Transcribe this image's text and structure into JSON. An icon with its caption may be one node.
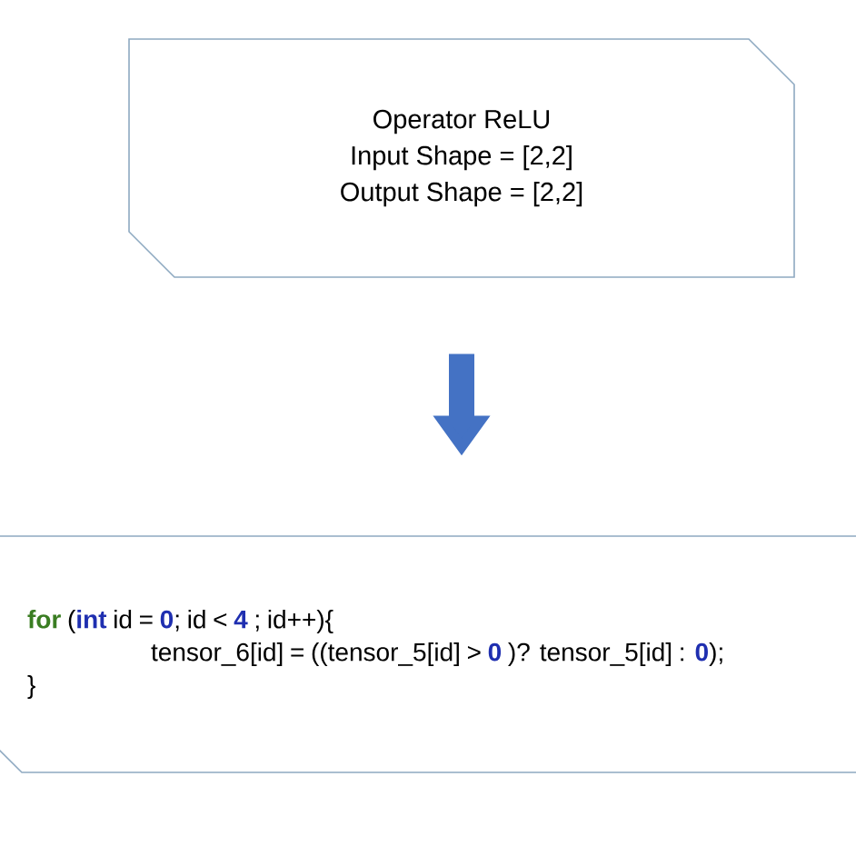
{
  "diagram": {
    "nodes": [
      {
        "text": [
          "Operator ReLU",
          "Input Shape = [2,2]",
          "Output Shape = [2,2]"
        ]
      },
      {
        "text": [
          "**for** (**int** id = **0**; id < **4** ; id++){",
          "tensor_6[id] = ((tensor_5[id] > **0** )? tensor_5[id] : **0**);",
          "}"
        ]
      }
    ],
    "edges": [
      {
        "from": 0,
        "to": 1,
        "arrow": "to",
        "color": "#4472c4"
      }
    ]
  }
}
